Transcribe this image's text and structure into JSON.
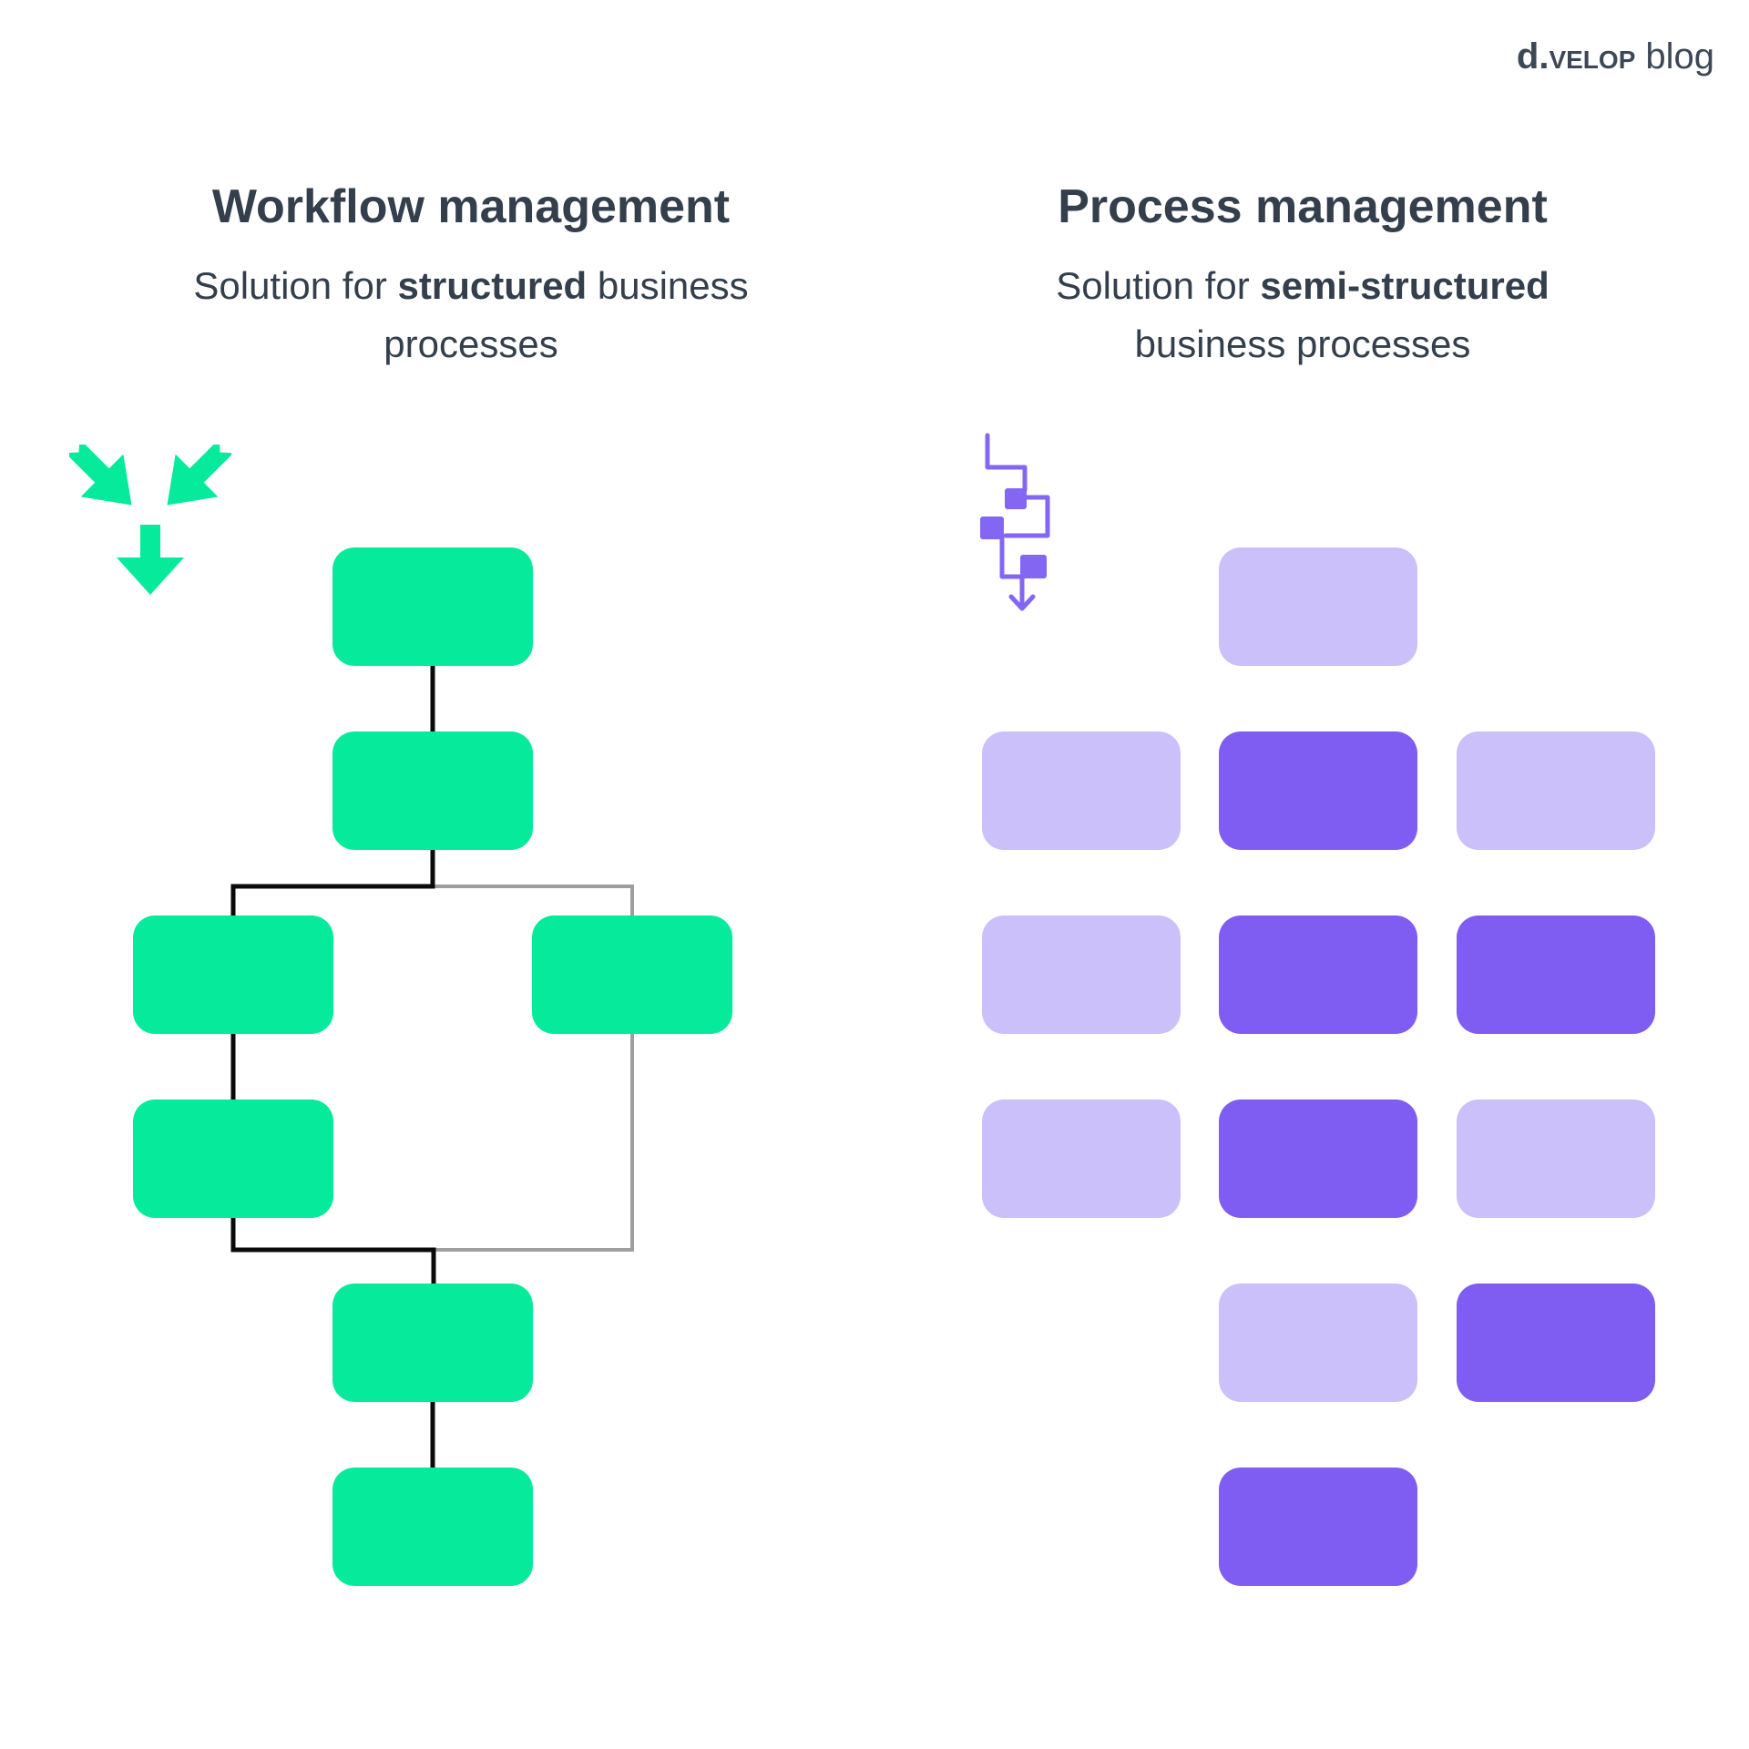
{
  "brand": {
    "prefix": "d.",
    "name": "velop",
    "product": "blog"
  },
  "colors": {
    "ink": "#333F4C",
    "logo_ink": "#3D4856",
    "green": "#05EB9B",
    "purple_dark": "#7F5DF3",
    "purple_light": "#CCC0FA",
    "purple_icon": "#8366F2",
    "line_black": "#0A0A0A",
    "line_gray": "#9E9E9E",
    "background": "#FFFFFF"
  },
  "left_panel": {
    "title": "Workflow management",
    "subtitle": {
      "line1_pre": "Solution for ",
      "line1_bold": "structured",
      "line1_post": " business",
      "line2": "processes"
    },
    "icon": "converging-arrows-icon",
    "nodes": [
      {
        "id": "start",
        "row": 1,
        "col": "center"
      },
      {
        "id": "step-2",
        "row": 2,
        "col": "center"
      },
      {
        "id": "branch-left",
        "row": 3,
        "col": "left"
      },
      {
        "id": "branch-right",
        "row": 3,
        "col": "right"
      },
      {
        "id": "branch-left-2",
        "row": 4,
        "col": "left"
      },
      {
        "id": "merge",
        "row": 5,
        "col": "center"
      },
      {
        "id": "end",
        "row": 6,
        "col": "center"
      }
    ]
  },
  "right_panel": {
    "title": "Process management",
    "subtitle": {
      "line1_pre": "Solution for ",
      "line1_bold": "semi-structured",
      "line1_post": "",
      "line2": "business processes"
    },
    "icon": "mini-flowchart-icon",
    "grid": [
      {
        "row": 1,
        "cells": [
          {
            "col": "center",
            "shade": "light"
          }
        ]
      },
      {
        "row": 2,
        "cells": [
          {
            "col": "left",
            "shade": "light"
          },
          {
            "col": "center",
            "shade": "dark"
          },
          {
            "col": "right",
            "shade": "light"
          }
        ]
      },
      {
        "row": 3,
        "cells": [
          {
            "col": "left",
            "shade": "light"
          },
          {
            "col": "center",
            "shade": "dark"
          },
          {
            "col": "right",
            "shade": "dark"
          }
        ]
      },
      {
        "row": 4,
        "cells": [
          {
            "col": "left",
            "shade": "light"
          },
          {
            "col": "center",
            "shade": "dark"
          },
          {
            "col": "right",
            "shade": "light"
          }
        ]
      },
      {
        "row": 5,
        "cells": [
          {
            "col": "center",
            "shade": "light"
          },
          {
            "col": "right",
            "shade": "dark"
          }
        ]
      },
      {
        "row": 6,
        "cells": [
          {
            "col": "center",
            "shade": "dark"
          }
        ]
      }
    ]
  }
}
